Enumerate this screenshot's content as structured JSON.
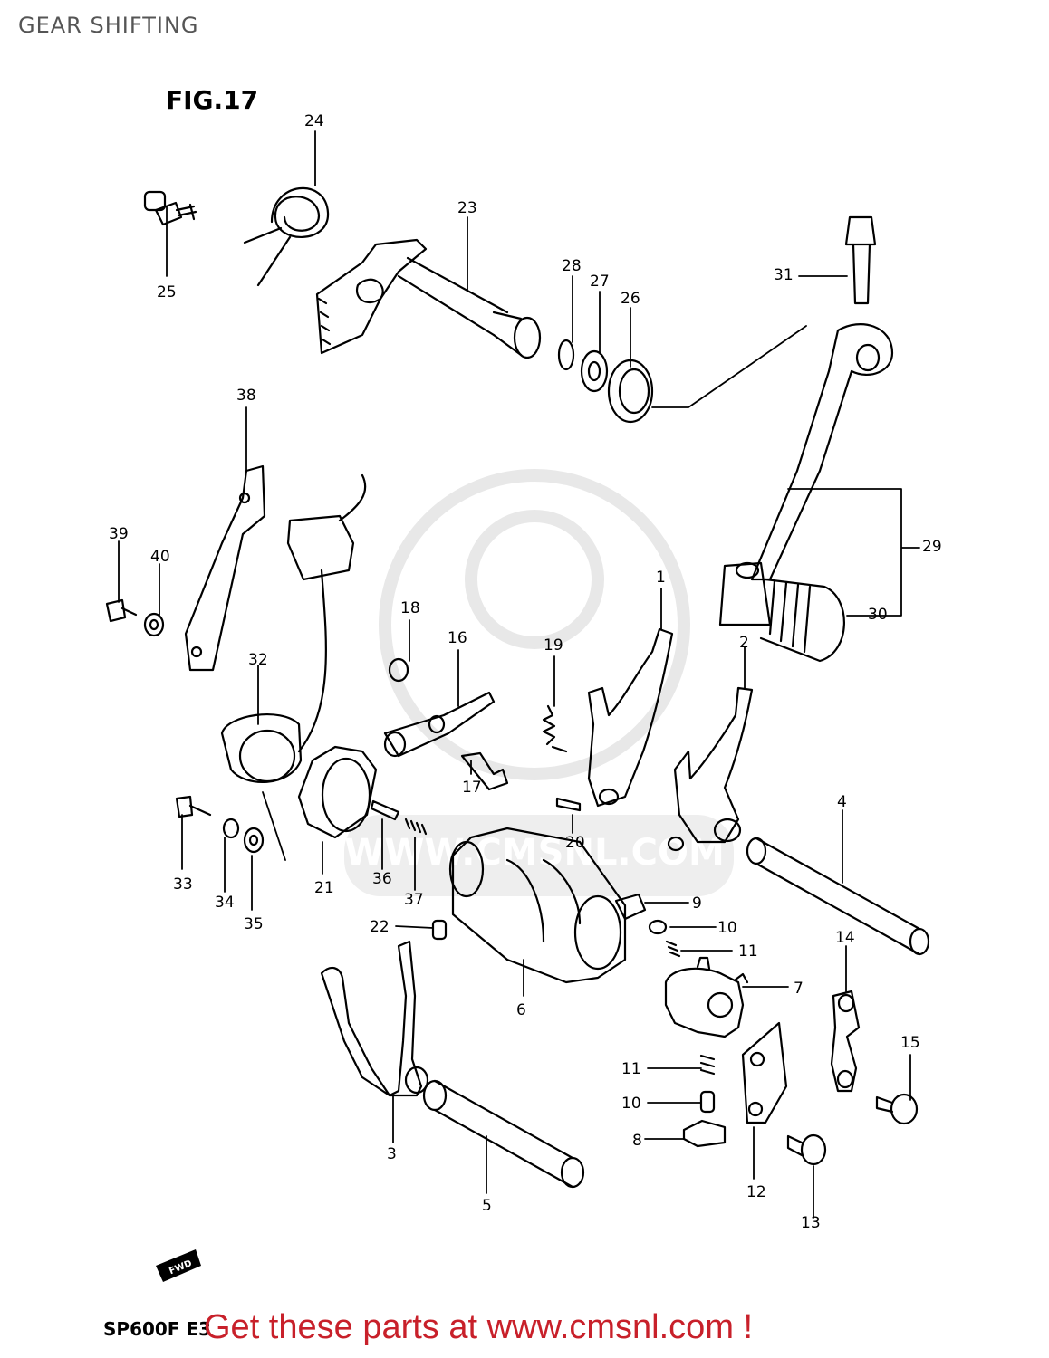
{
  "header": {
    "title": "GEAR SHIFTING"
  },
  "diagram": {
    "figure_label": "FIG.17",
    "direction_marker": "FWD",
    "callouts": {
      "c1": "1",
      "c2": "2",
      "c3": "3",
      "c4": "4",
      "c5": "5",
      "c6": "6",
      "c7": "7",
      "c8": "8",
      "c9": "9",
      "c10a": "10",
      "c10b": "10",
      "c11a": "11",
      "c11b": "11",
      "c12": "12",
      "c13": "13",
      "c14": "14",
      "c15": "15",
      "c16": "16",
      "c17": "17",
      "c18": "18",
      "c19": "19",
      "c20": "20",
      "c21": "21",
      "c22": "22",
      "c23": "23",
      "c24": "24",
      "c25": "25",
      "c26": "26",
      "c27": "27",
      "c28": "28",
      "c29": "29",
      "c30": "30",
      "c31": "31",
      "c32": "32",
      "c33": "33",
      "c34": "34",
      "c35": "35",
      "c36": "36",
      "c37": "37",
      "c38": "38",
      "c39": "39",
      "c40": "40"
    },
    "watermark": "WWW.CMSNL.COM"
  },
  "footer": {
    "model_code": "SP600F E3",
    "cta": "Get these parts at www.cmsnl.com !"
  },
  "colors": {
    "line": "#000000",
    "cta": "#c8202a",
    "title": "#555555",
    "watermark": "#e6e6e6"
  }
}
